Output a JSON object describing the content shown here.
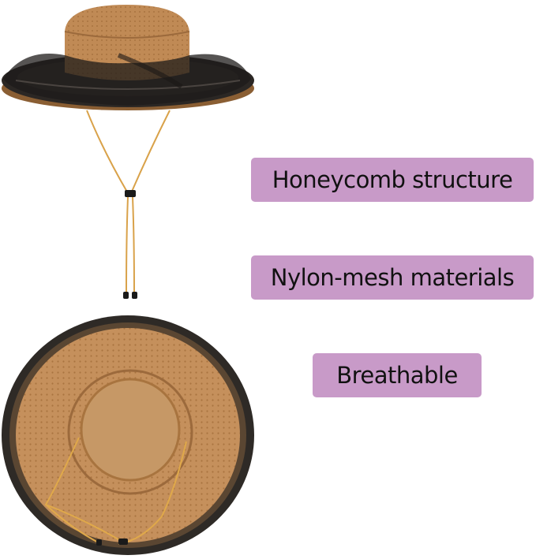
{
  "labels": [
    {
      "text": "Honeycomb structure"
    },
    {
      "text": "Nylon-mesh materials"
    },
    {
      "text": "Breathable"
    }
  ],
  "colors": {
    "label_bg": "#c89ac8",
    "hat_tan": "#c08a55",
    "hat_tan_dark": "#9c6a3c",
    "mesh_dark": "#2a2622",
    "cord": "#d9a24a"
  },
  "icons": [
    "hat-side-view",
    "hat-top-view"
  ]
}
